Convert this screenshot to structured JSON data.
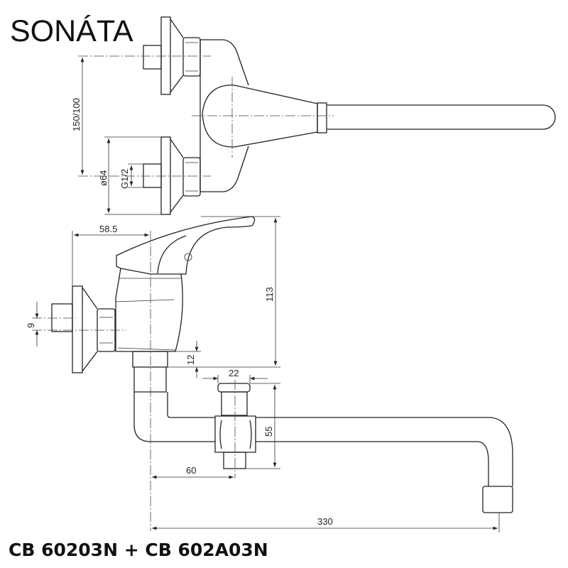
{
  "title": "SONÁTA",
  "model": "CB 60203N + CB 602A03N",
  "dimensions": {
    "spacing": "150/100",
    "flange_diameter": "ø64",
    "thread": "G1/2",
    "wall_offset": "58.5",
    "height": "113",
    "stub": "9",
    "outlet": "12",
    "diverter_width": "22",
    "diverter_height": "55",
    "diverter_offset": "60",
    "spout_length": "330"
  }
}
